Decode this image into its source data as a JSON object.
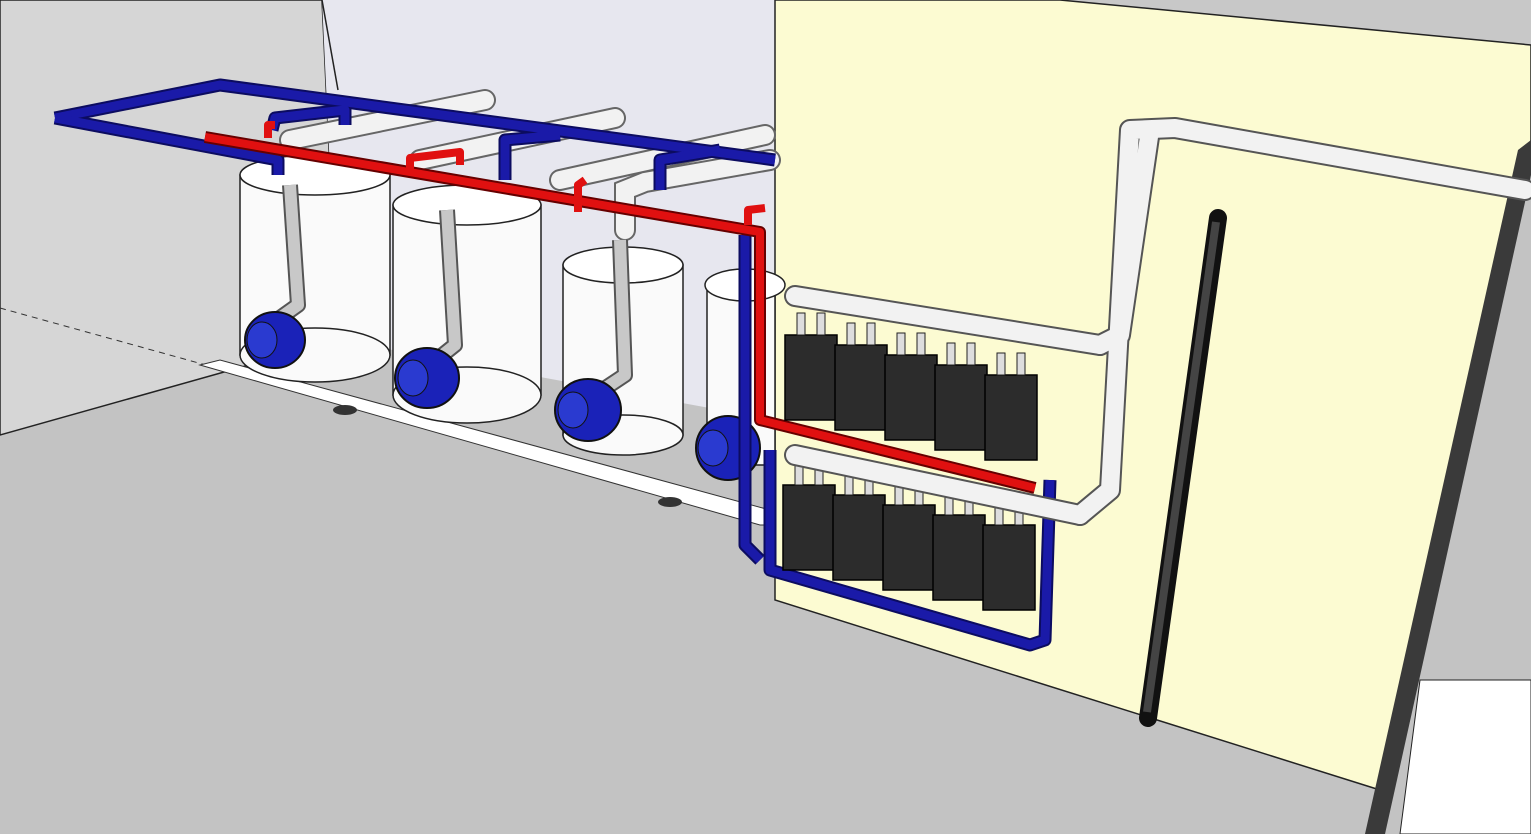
{
  "colors": {
    "floor": "#c3c3c3",
    "left_wall": "#d6d6d6",
    "back_wall": "#e7e7ef",
    "feature_wall": "#fcfbd2",
    "hot_pipe": "#e01010",
    "cold_pipe": "#1a1aa8",
    "insulated_pipe": "#f2f2f2",
    "tank": "#fafafa",
    "pump": "#1a22b8",
    "heater": "#2c2c2c",
    "frame": "#3a3a3a"
  },
  "scene": {
    "tank_count": 4,
    "heater_rows": 2,
    "heaters_per_row": 5
  }
}
